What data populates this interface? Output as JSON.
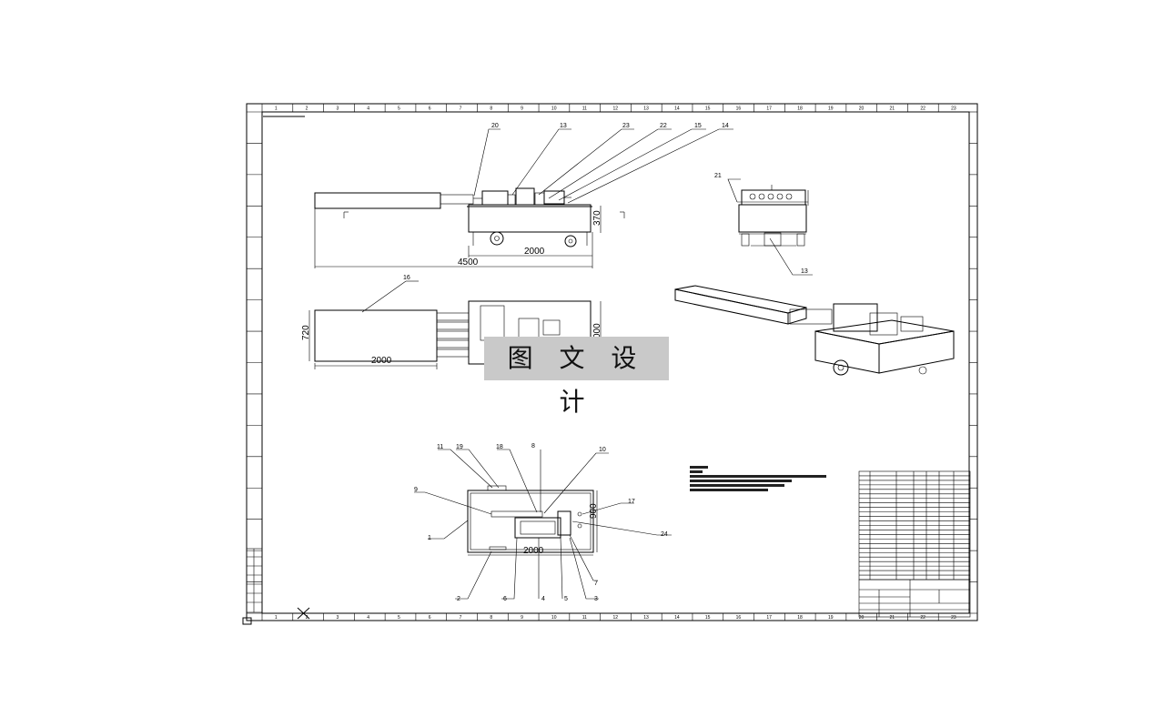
{
  "watermark": "图 文 设 计",
  "top_view": {
    "dim_length": "4500",
    "dim_body": "2000",
    "dim_height": "370"
  },
  "plan_view": {
    "dim_width": "720",
    "dim_length": "2000",
    "dim_right": "000"
  },
  "bottom_view": {
    "dim_length": "2000",
    "dim_height": "900"
  },
  "callouts": {
    "top": [
      "20",
      "13",
      "23",
      "22",
      "15",
      "14"
    ],
    "side": [
      "21",
      "13"
    ],
    "plan": [
      "16"
    ],
    "bottom_top": [
      "11",
      "19",
      "18",
      "8",
      "10"
    ],
    "bottom_left": [
      "9",
      "1"
    ],
    "bottom_right": [
      "17",
      "24",
      "7"
    ],
    "bottom_bottom": [
      "2",
      "6",
      "4",
      "5",
      "3"
    ]
  },
  "border_numbers": [
    "1",
    "2",
    "3",
    "4",
    "5",
    "6",
    "7",
    "8",
    "9",
    "10",
    "11",
    "12",
    "13",
    "14",
    "15",
    "16",
    "17",
    "18",
    "19",
    "20",
    "21",
    "22",
    "23"
  ]
}
